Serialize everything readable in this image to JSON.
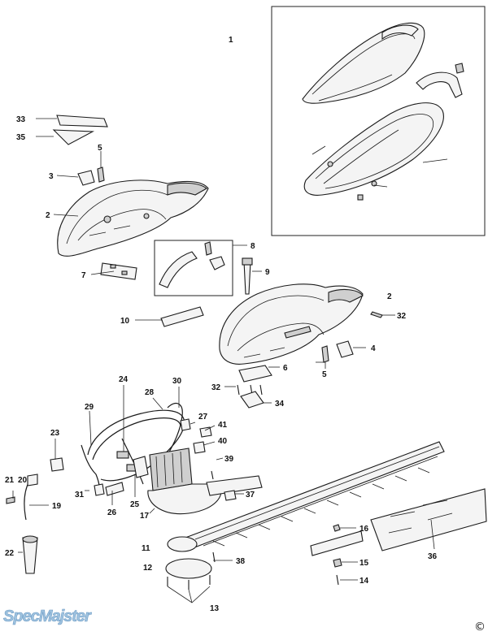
{
  "diagram": {
    "callouts": [
      "1",
      "2",
      "3",
      "4",
      "5",
      "6",
      "7",
      "8",
      "9",
      "10",
      "11",
      "12",
      "13",
      "14",
      "15",
      "16",
      "17",
      "19",
      "20",
      "21",
      "22",
      "23",
      "24",
      "25",
      "26",
      "27",
      "28",
      "29",
      "30",
      "31",
      "32",
      "33",
      "34",
      "35",
      "36",
      "37",
      "38",
      "39",
      "40",
      "41"
    ],
    "labels": {
      "c1": "1",
      "c2a": "2",
      "c2b": "2",
      "c3": "3",
      "c4": "4",
      "c5a": "5",
      "c5b": "5",
      "c6": "6",
      "c7": "7",
      "c8": "8",
      "c9": "9",
      "c10": "10",
      "c11": "11",
      "c12": "12",
      "c13": "13",
      "c14": "14",
      "c15": "15",
      "c16": "16",
      "c17": "17",
      "c19": "19",
      "c20": "20",
      "c21": "21",
      "c22": "22",
      "c23": "23",
      "c24": "24",
      "c25": "25",
      "c26": "26",
      "c27": "27",
      "c28": "28",
      "c29": "29",
      "c30": "30",
      "c31": "31",
      "c32a": "32",
      "c32b": "32",
      "c33": "33",
      "c34": "34",
      "c35": "35",
      "c36": "36",
      "c37": "37",
      "c38": "38",
      "c39": "39",
      "c40": "40",
      "c41": "41"
    }
  },
  "watermark": {
    "text": "SpecMajster"
  },
  "copyright": {
    "symbol": "©"
  },
  "colors": {
    "line": "#1a1a1a",
    "watermark": "#9fc3e0"
  }
}
